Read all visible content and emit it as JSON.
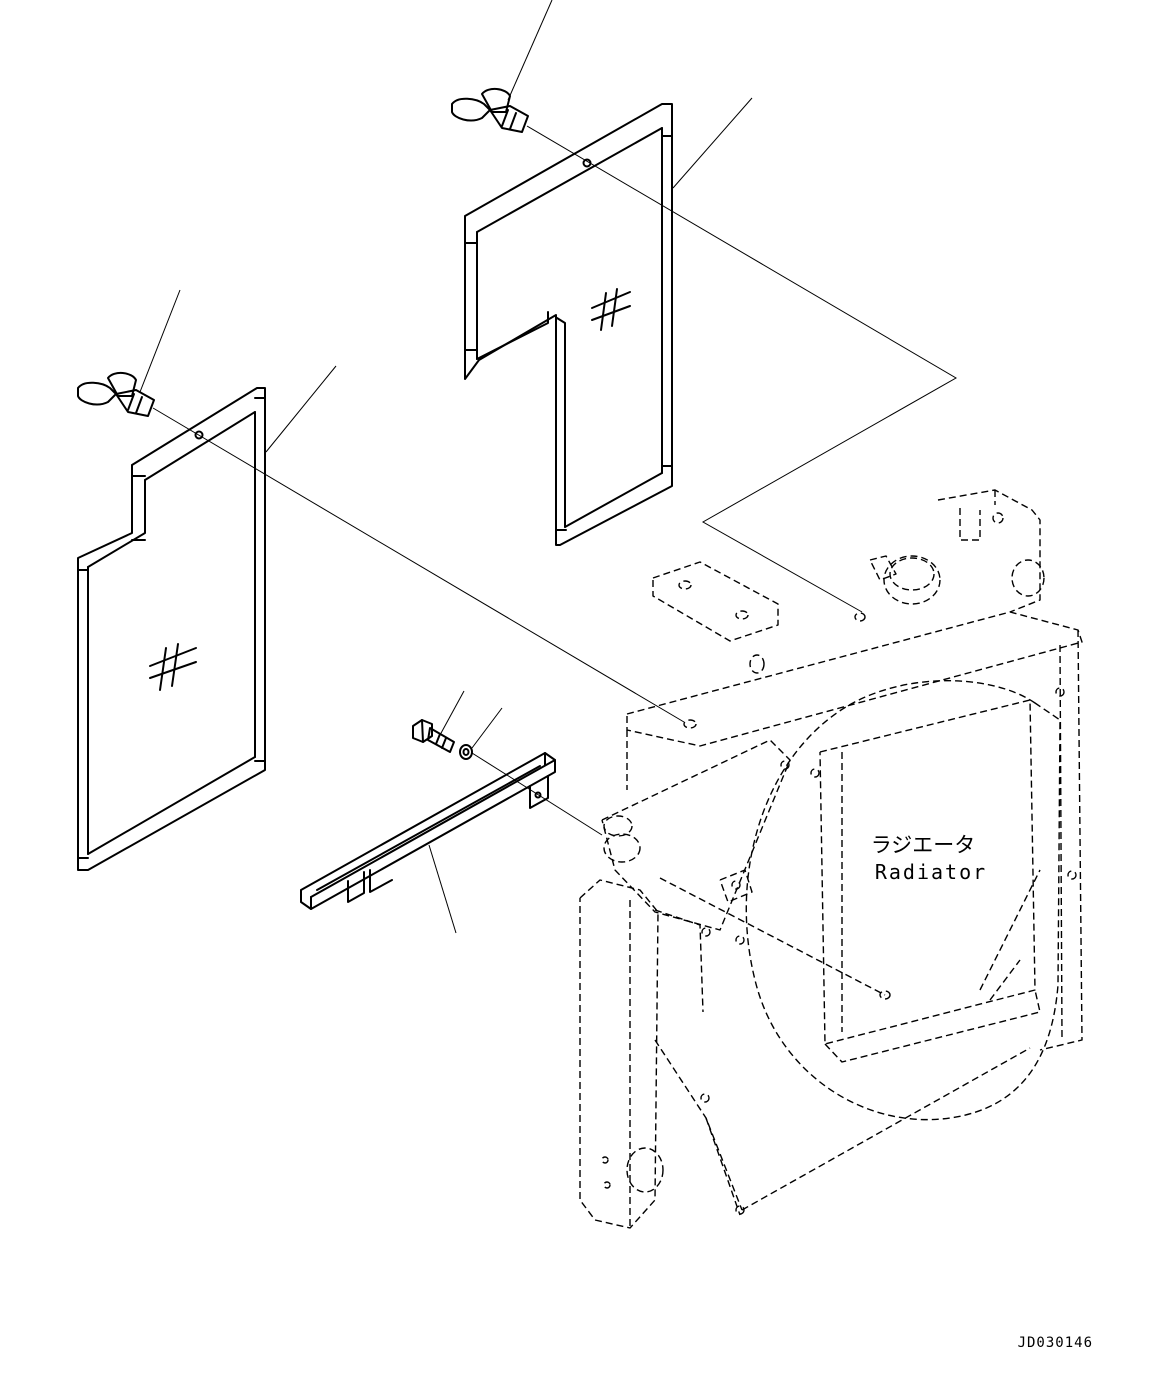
{
  "labels": {
    "radiator_jp": "ラジエータ",
    "radiator_en": "Radiator",
    "drawing_code": "JD030146"
  }
}
